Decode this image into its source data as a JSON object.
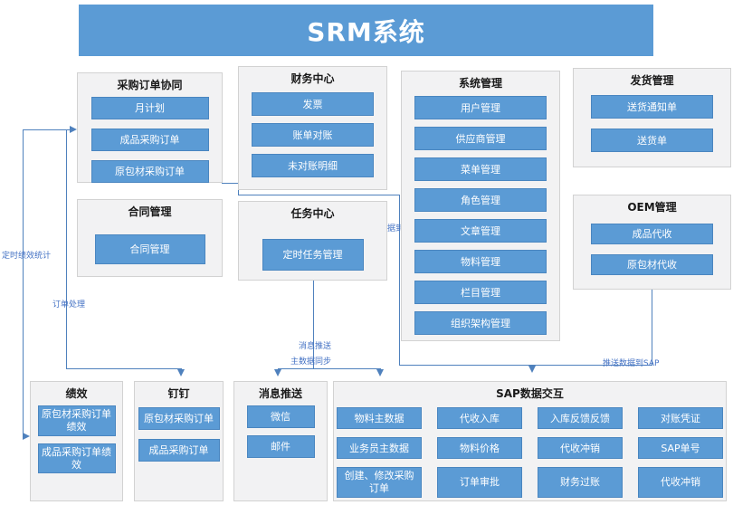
{
  "title": "SRM系统",
  "colors": {
    "accent": "#5b9bd5",
    "node_border": "#4a86c0",
    "group_bg": "#f2f2f3",
    "group_border": "#d2d2d2",
    "line": "#4f81bd",
    "label": "#4472c4",
    "title_text": "#ffffff"
  },
  "groups": [
    {
      "id": "purchase-order-collab",
      "title": "采购订单协同",
      "items": [
        "月计划",
        "成品采购订单",
        "原包材采购订单"
      ]
    },
    {
      "id": "finance-center",
      "title": "财务中心",
      "items": [
        "发票",
        "账单对账",
        "未对账明细"
      ]
    },
    {
      "id": "system-management",
      "title": "系统管理",
      "items": [
        "用户管理",
        "供应商管理",
        "菜单管理",
        "角色管理",
        "文章管理",
        "物料管理",
        "栏目管理",
        "组织架构管理"
      ]
    },
    {
      "id": "shipping-management",
      "title": "发货管理",
      "items": [
        "送货通知单",
        "送货单"
      ]
    },
    {
      "id": "contract-management",
      "title": "合同管理",
      "items": [
        "合同管理"
      ]
    },
    {
      "id": "task-center",
      "title": "任务中心",
      "items": [
        "定时任务管理"
      ]
    },
    {
      "id": "oem-management",
      "title": "OEM管理",
      "items": [
        "成品代收",
        "原包材代收"
      ]
    },
    {
      "id": "performance",
      "title": "绩效",
      "items": [
        "原包材采购订单绩效",
        "成品采购订单绩效"
      ]
    },
    {
      "id": "dingtalk",
      "title": "钉钉",
      "items": [
        "原包材采购订单",
        "成品采购订单"
      ]
    },
    {
      "id": "message-push",
      "title": "消息推送",
      "items": [
        "微信",
        "邮件"
      ]
    },
    {
      "id": "sap-data-exchange",
      "title": "SAP数据交互",
      "items": [
        "物料主数据",
        "代收入库",
        "入库反馈反馈",
        "对账凭证",
        "业务员主数据",
        "物料价格",
        "代收冲销",
        "SAP单号",
        "创建、修改采购订单",
        "订单审批",
        "财务过账",
        "代收冲销"
      ]
    }
  ],
  "connector_labels": [
    {
      "id": "scheduled-performance-stats",
      "text": "定时绩效统计"
    },
    {
      "id": "order-processing",
      "text": "订单处理"
    },
    {
      "id": "message-push-flow",
      "text": "消息推送"
    },
    {
      "id": "master-data-sync",
      "text": "主数据同步"
    },
    {
      "id": "push-data-to-sap-mid",
      "text": "推送数据到SAP"
    },
    {
      "id": "push-data-to-sap-right",
      "text": "推送数据到SAP"
    }
  ]
}
